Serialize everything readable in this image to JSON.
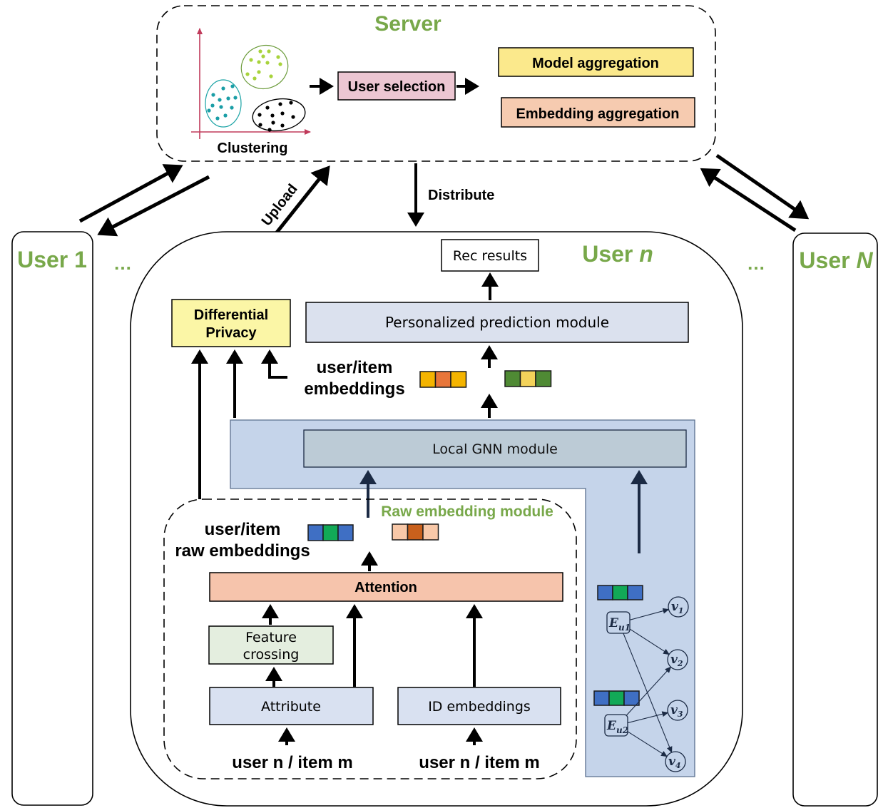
{
  "colors": {
    "green_title": "#78a84a",
    "model_aggregation_fill": "#fbe98c",
    "embedding_aggregation_fill": "#f6cbb0",
    "user_selection_fill": "#ecc6d2",
    "differential_privacy_fill": "#fbf6a6",
    "module_fill": "#dbe1ee",
    "gnn_panel_fill": "#c5d4ea",
    "gnn_inner_fill": "#bccbd6",
    "attention_fill": "#f6c4ac",
    "feature_crossing_fill": "#e4eedf",
    "attribute_fill": "#d9e1f1",
    "axis_color": "#c03a5a",
    "cluster_teal": "#1aa3a5",
    "cluster_lime": "#a8d33c"
  },
  "server": {
    "title": "Server",
    "clustering_label": "Clustering",
    "user_selection": "User selection",
    "model_aggregation": "Model aggregation",
    "embedding_aggregation": "Embedding aggregation"
  },
  "flow": {
    "distribute": "Distribute",
    "upload": "Upload"
  },
  "clients": {
    "user_1": "User 1",
    "user_n_prefix": "User ",
    "user_n_var": "n",
    "user_N_prefix": "User ",
    "user_N_var": "N",
    "ellipsis_left": "…",
    "ellipsis_right": "…"
  },
  "user_n": {
    "rec_results": "Rec results",
    "personalized_prediction": "Personalized prediction module",
    "differential_privacy_line1": "Differential",
    "differential_privacy_line2": "Privacy",
    "embeddings_label_line1": "user/item",
    "embeddings_label_line2": "embeddings",
    "local_gnn": "Local GNN module",
    "raw_embedding_module": "Raw embedding module",
    "raw_embeddings_line1": "user/item",
    "raw_embeddings_line2": "raw embeddings",
    "attention": "Attention",
    "feature_crossing_line1": "Feature",
    "feature_crossing_line2": "crossing",
    "attribute": "Attribute",
    "id_embeddings": "ID embeddings",
    "input_left": "user n / item m",
    "input_right": "user n / item m"
  },
  "embedding_vectors": {
    "output_user": [
      "#f4b400",
      "#e8763a",
      "#f4b400"
    ],
    "output_item": [
      "#4f8a34",
      "#f3d25a",
      "#4f8a34"
    ],
    "raw_user": [
      "#3f6fc4",
      "#12a957",
      "#3f6fc4"
    ],
    "raw_item": [
      "#f8c8a8",
      "#c8601c",
      "#f8c8a8"
    ],
    "graph_u1": [
      "#3f6fc4",
      "#12a957",
      "#3f6fc4"
    ],
    "graph_u2": [
      "#3f6fc4",
      "#12a957",
      "#3f6fc4"
    ]
  },
  "graph": {
    "user_nodes": [
      {
        "base": "E",
        "sub": "u1"
      },
      {
        "base": "E",
        "sub": "u2"
      }
    ],
    "item_nodes": [
      {
        "base": "v",
        "sub": "1"
      },
      {
        "base": "v",
        "sub": "2"
      },
      {
        "base": "v",
        "sub": "3"
      },
      {
        "base": "v",
        "sub": "4"
      }
    ],
    "edges": [
      [
        "u1",
        "v1"
      ],
      [
        "u1",
        "v2"
      ],
      [
        "u1",
        "v4"
      ],
      [
        "u2",
        "v2"
      ],
      [
        "u2",
        "v3"
      ],
      [
        "u2",
        "v4"
      ]
    ]
  }
}
